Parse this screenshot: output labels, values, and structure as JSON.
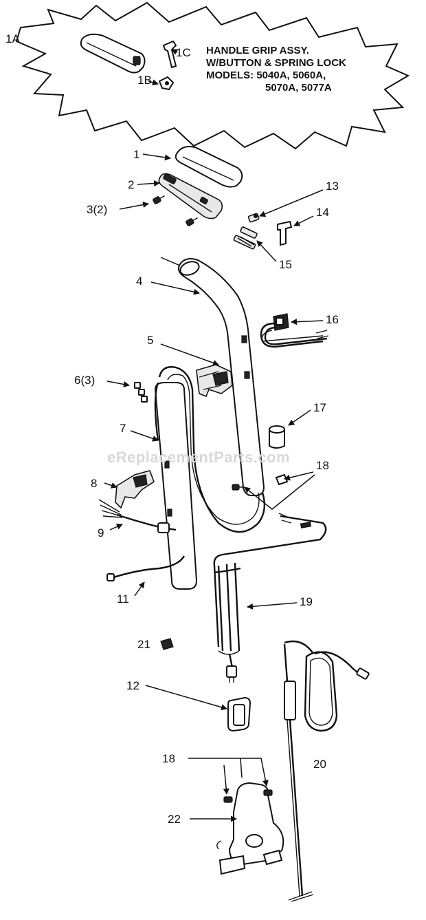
{
  "callout": {
    "line1": "HANDLE GRIP ASSY.",
    "line2": "W/BUTTON & SPRING LOCK",
    "line3": "MODELS: 5040A, 5060A,",
    "line4": "5070A, 5077A",
    "sub_labels": [
      "1A",
      "1B",
      "1C"
    ]
  },
  "labels": {
    "p1": "1",
    "p2": "2",
    "p3": "3(2)",
    "p4": "4",
    "p5": "5",
    "p6": "6(3)",
    "p7": "7",
    "p8": "8",
    "p9": "9",
    "p11": "11",
    "p12": "12",
    "p13": "13",
    "p14": "14",
    "p15": "15",
    "p16": "16",
    "p17": "17",
    "p18a": "18",
    "p18b": "18",
    "p19": "19",
    "p20": "20",
    "p21": "21",
    "p22": "22"
  },
  "watermark": "eReplacementParts.com"
}
